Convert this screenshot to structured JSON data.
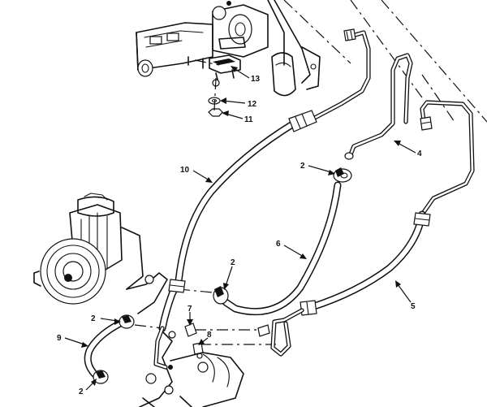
{
  "callouts": {
    "c13": "13",
    "c12": "12",
    "c11": "11",
    "c10": "10",
    "c4": "4",
    "c2a": "2",
    "c6": "6",
    "c2b": "2",
    "c5": "5",
    "c2c": "2",
    "c7": "7",
    "c9": "9",
    "c8": "8",
    "c2d": "2"
  }
}
